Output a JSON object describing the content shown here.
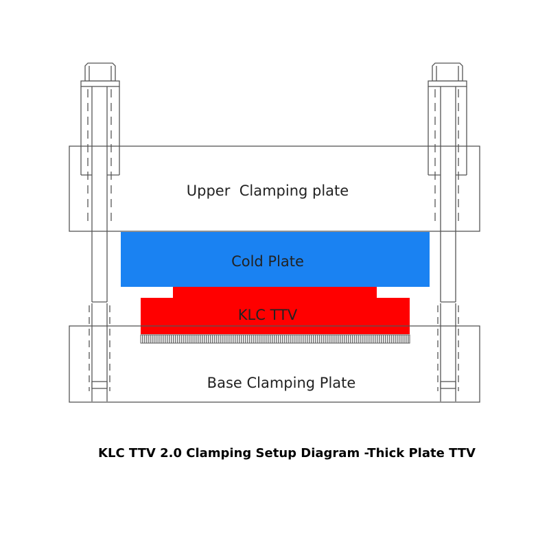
{
  "diagram": {
    "labels": {
      "upper_plate": "Upper  Clamping plate",
      "cold_plate": "Cold Plate",
      "ttv": "KLC TTV",
      "base_plate": "Base Clamping Plate"
    },
    "caption": "KLC TTV 2.0 Clamping Setup Diagram -Thick Plate TTV"
  },
  "colors": {
    "cold_plate": "#1a82f2",
    "ttv": "#ff0000",
    "outline": "#555555",
    "background": "#ffffff"
  }
}
